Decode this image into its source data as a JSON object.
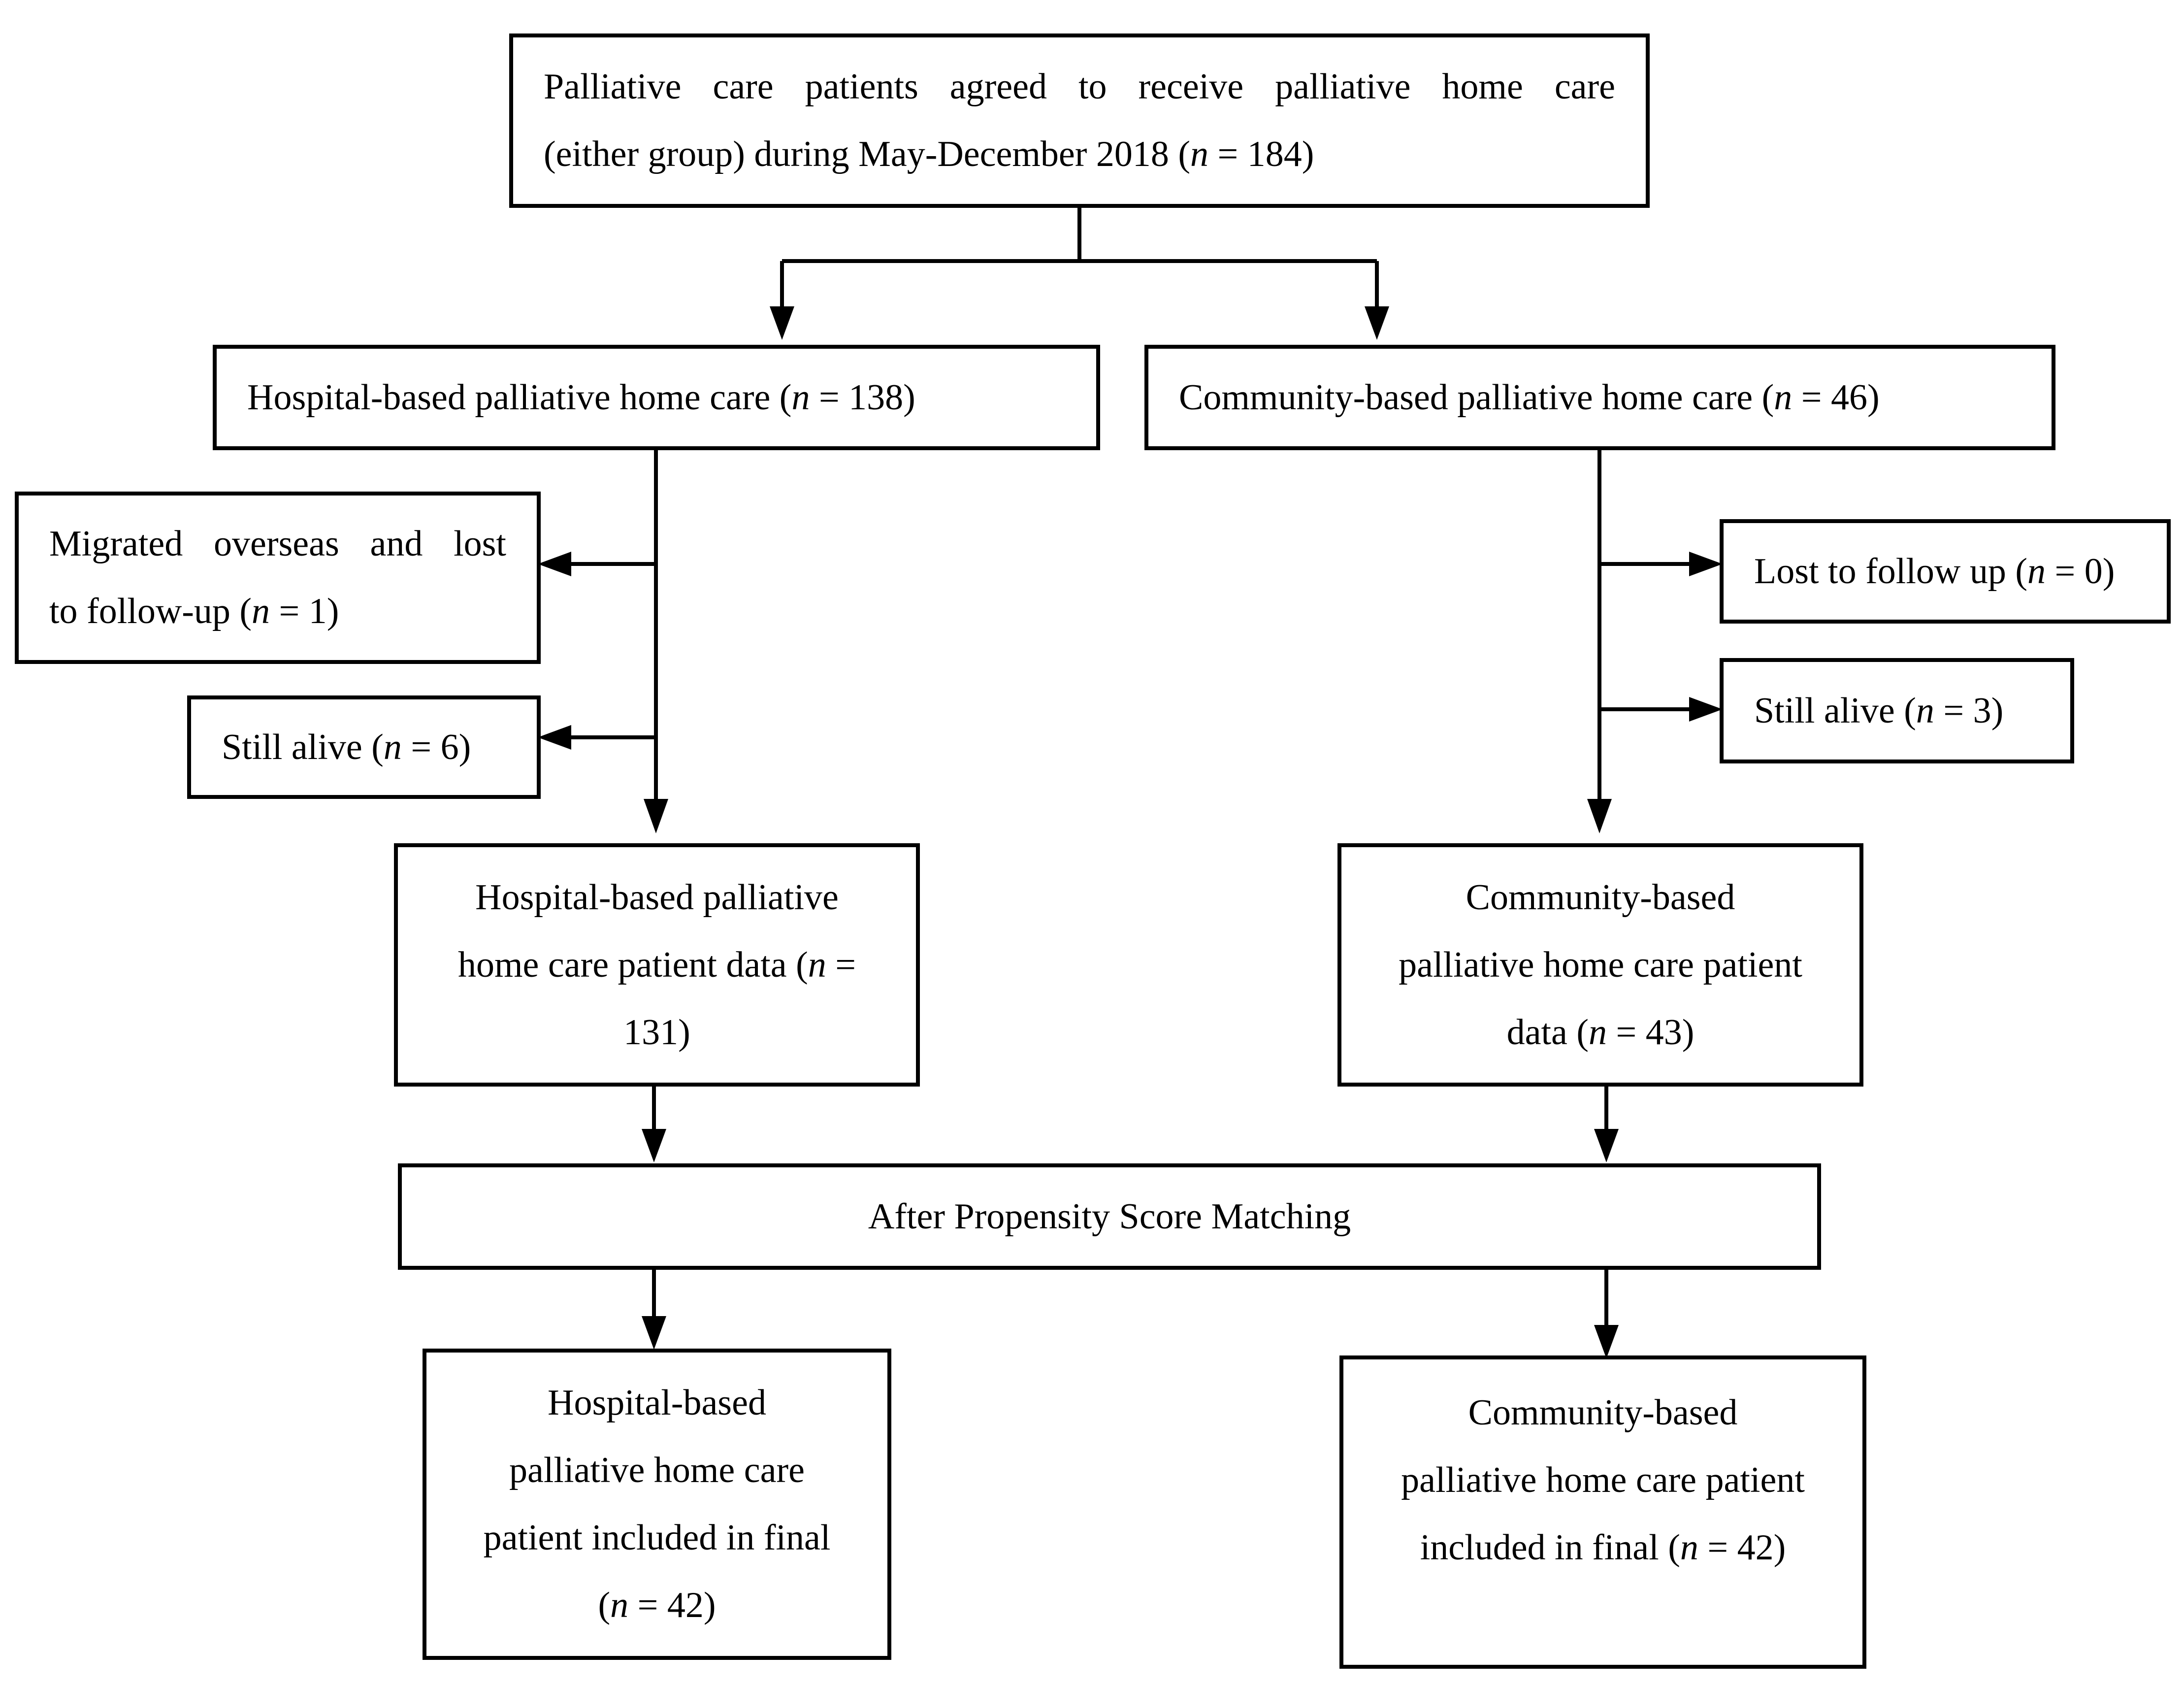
{
  "boxes": {
    "enrolled": {
      "line1": "Palliative care patients agreed to receive palliative home care",
      "line2_pre": "(either group) during May-December 2018 (",
      "n_var": "n",
      "line2_post": " = 184)"
    },
    "hospital": {
      "pre": "Hospital-based palliative home care (",
      "n_var": "n",
      "post": " = 138)"
    },
    "community": {
      "pre": "Community-based palliative home care (",
      "n_var": "n",
      "post": " = 46)"
    },
    "migrated": {
      "line1": "Migrated overseas and lost",
      "line2_pre": "to follow-up (",
      "n_var": "n",
      "line2_post": " = 1)"
    },
    "hospital_alive": {
      "pre": "Still alive (",
      "n_var": "n",
      "post": " = 6)"
    },
    "lost_followup": {
      "pre": "Lost to follow up (",
      "n_var": "n",
      "post": " = 0)"
    },
    "community_alive": {
      "pre": "Still alive (",
      "n_var": "n",
      "post": " = 3)"
    },
    "hospital_data": {
      "line1": "Hospital-based palliative",
      "line2_pre": "home care patient data (",
      "n_var": "n",
      "line2_post": " =",
      "line3": "131)"
    },
    "community_data": {
      "line1": "Community-based",
      "line2": "palliative home care patient",
      "line3_pre": "data (",
      "n_var": "n",
      "line3_post": " = 43)"
    },
    "psm": {
      "label": "After Propensity Score Matching"
    },
    "hospital_final": {
      "line1": "Hospital-based",
      "line2": "palliative home care",
      "line3": "patient included in final",
      "line4_pre": "(",
      "n_var": "n",
      "line4_post": " = 42)"
    },
    "community_final": {
      "line1": "Community-based",
      "line2": "palliative home care patient",
      "line3_pre": "included in final (",
      "n_var": "n",
      "line3_post": " = 42)"
    }
  }
}
